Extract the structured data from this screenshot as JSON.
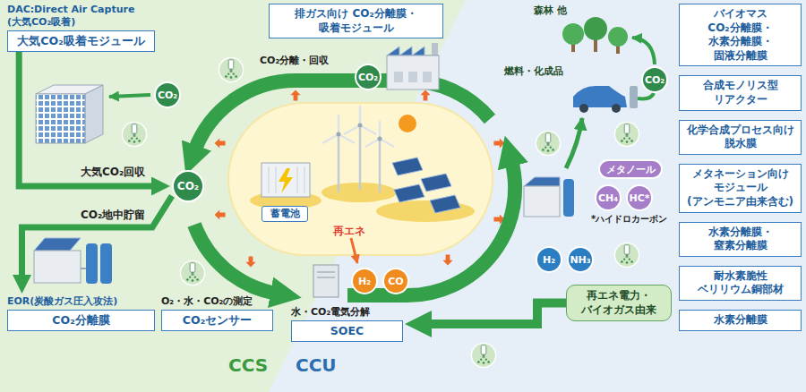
{
  "diagram": {
    "nodes": [
      {
        "text": [
          "DAC:Direct Air Capture (大気CO₂吸着)",
          "大気CO₂吸着モジュール"
        ]
      },
      {
        "text": [
          "排ガス向け CO₂分離膜・吸着モジュール"
        ]
      },
      {
        "text": [
          "CO₂"
        ]
      },
      {
        "text": [
          "CO₂"
        ]
      },
      {
        "text": [
          "バイオマス CO₂分離膜・ 水素分離膜・ 固液分離膜"
        ]
      },
      {
        "text": [
          "CO₂"
        ]
      },
      {
        "text": [
          "合成モノリス型 リアクター"
        ]
      },
      {
        "text": [
          "化学合成プロセス向け 脱水膜"
        ]
      },
      {
        "text": [
          "CO₂"
        ]
      },
      {
        "text": [
          "メタノール"
        ]
      },
      {
        "text": [
          "CH₄"
        ]
      },
      {
        "text": [
          "HC*"
        ]
      },
      {
        "text": [
          "蓄電池"
        ]
      },
      {
        "text": [
          "メタネーション向け モジュール (アンモニア由来含む)"
        ]
      },
      {
        "text": [
          "水素分離膜・ 窒素分離膜"
        ]
      },
      {
        "text": [
          "H₂"
        ]
      },
      {
        "text": [
          "NH₃"
        ]
      },
      {
        "text": [
          "H₂"
        ]
      },
      {
        "text": [
          "CO"
        ]
      },
      {
        "text": [
          "EOR(炭酸ガス圧入攻法)",
          "CO₂分離膜"
        ]
      },
      {
        "text": [
          "O₂・水・CO₂の測定",
          "CO₂センサー"
        ]
      },
      {
        "text": [
          "水・CO₂電気分解",
          "SOEC"
        ]
      },
      {
        "text": [
          "再エネ電力・ バイオガス由来"
        ]
      },
      {
        "text": [
          "耐水素脆性 ベリリウム銅部材"
        ]
      },
      {
        "text": [
          "水素分離膜"
        ]
      }
    ],
    "edges": [
      {
        "from": 0,
        "to": 8,
        "arrow": "to",
        "label": "大気CO₂回収"
      },
      {
        "from": 8,
        "to": 19,
        "arrow": "to",
        "label": "CO₂地中貯留"
      },
      {
        "from": 22,
        "to": 21,
        "arrow": "to"
      }
    ],
    "labels": [
      "CO₂分離・回収",
      "森林 他",
      "燃料・化成品",
      "*ハイドロカーボン",
      "再エネ",
      "CCS",
      "CCU"
    ]
  }
}
